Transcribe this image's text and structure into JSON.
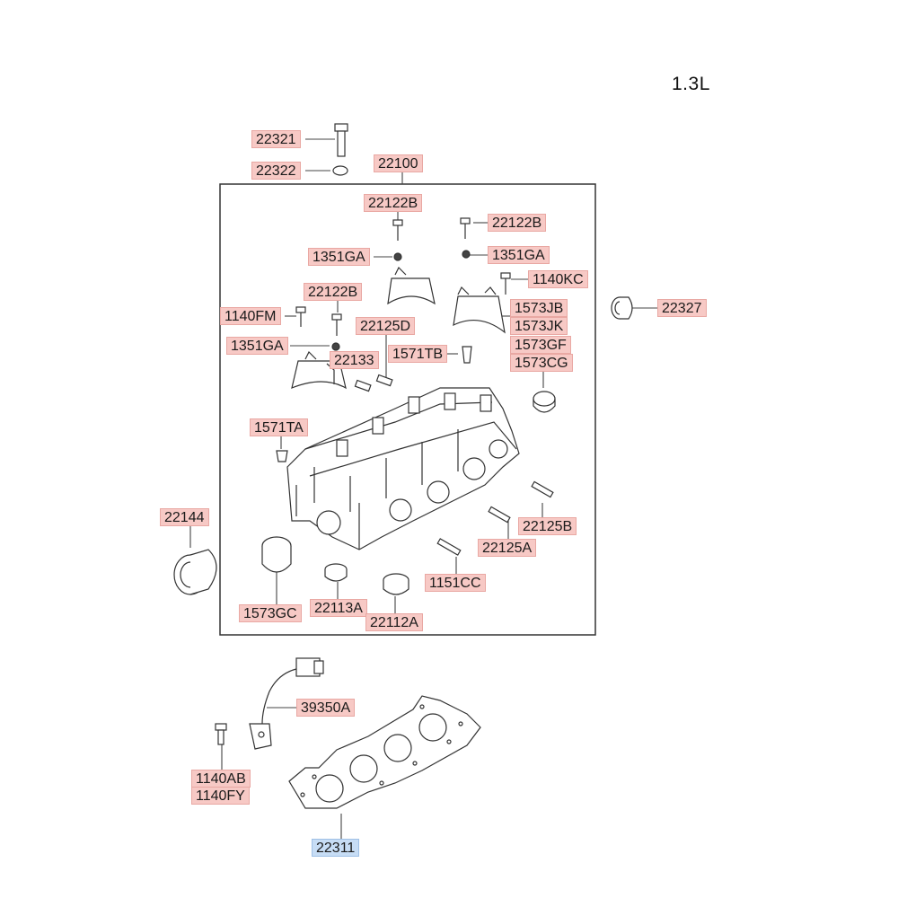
{
  "header": {
    "engine_label": "1.3L"
  },
  "colors": {
    "tag_fill": "#f7c9c5",
    "tag_border": "#e9a8a3",
    "highlight_fill": "#c7ddf5",
    "line": "#333333"
  },
  "parts": [
    {
      "id": "p22321",
      "label": "22321"
    },
    {
      "id": "p22322",
      "label": "22322"
    },
    {
      "id": "p22100",
      "label": "22100"
    },
    {
      "id": "p22122b1",
      "label": "22122B"
    },
    {
      "id": "p22122b2",
      "label": "22122B"
    },
    {
      "id": "p1351ga1",
      "label": "1351GA"
    },
    {
      "id": "p1351ga2",
      "label": "1351GA"
    },
    {
      "id": "p1140kc",
      "label": "1140KC"
    },
    {
      "id": "p22122b3",
      "label": "22122B"
    },
    {
      "id": "p1140fm",
      "label": "1140FM"
    },
    {
      "id": "p22327",
      "label": "22327"
    },
    {
      "id": "p1573jb",
      "label": "1573JB"
    },
    {
      "id": "p1573jk",
      "label": "1573JK"
    },
    {
      "id": "p22125d",
      "label": "22125D"
    },
    {
      "id": "p1351ga3",
      "label": "1351GA"
    },
    {
      "id": "p1571tb",
      "label": "1571TB"
    },
    {
      "id": "p1573gf",
      "label": "1573GF"
    },
    {
      "id": "p22133",
      "label": "22133"
    },
    {
      "id": "p1573cg",
      "label": "1573CG"
    },
    {
      "id": "p1571ta",
      "label": "1571TA"
    },
    {
      "id": "p22144",
      "label": "22144"
    },
    {
      "id": "p22125b",
      "label": "22125B"
    },
    {
      "id": "p22125a",
      "label": "22125A"
    },
    {
      "id": "p1151cc",
      "label": "1151CC"
    },
    {
      "id": "p1573gc",
      "label": "1573GC"
    },
    {
      "id": "p22113a",
      "label": "22113A"
    },
    {
      "id": "p22112a",
      "label": "22112A"
    },
    {
      "id": "p39350a",
      "label": "39350A"
    },
    {
      "id": "p1140ab",
      "label": "1140AB"
    },
    {
      "id": "p1140fy",
      "label": "1140FY"
    },
    {
      "id": "p22311",
      "label": "22311",
      "highlighted": true
    }
  ]
}
